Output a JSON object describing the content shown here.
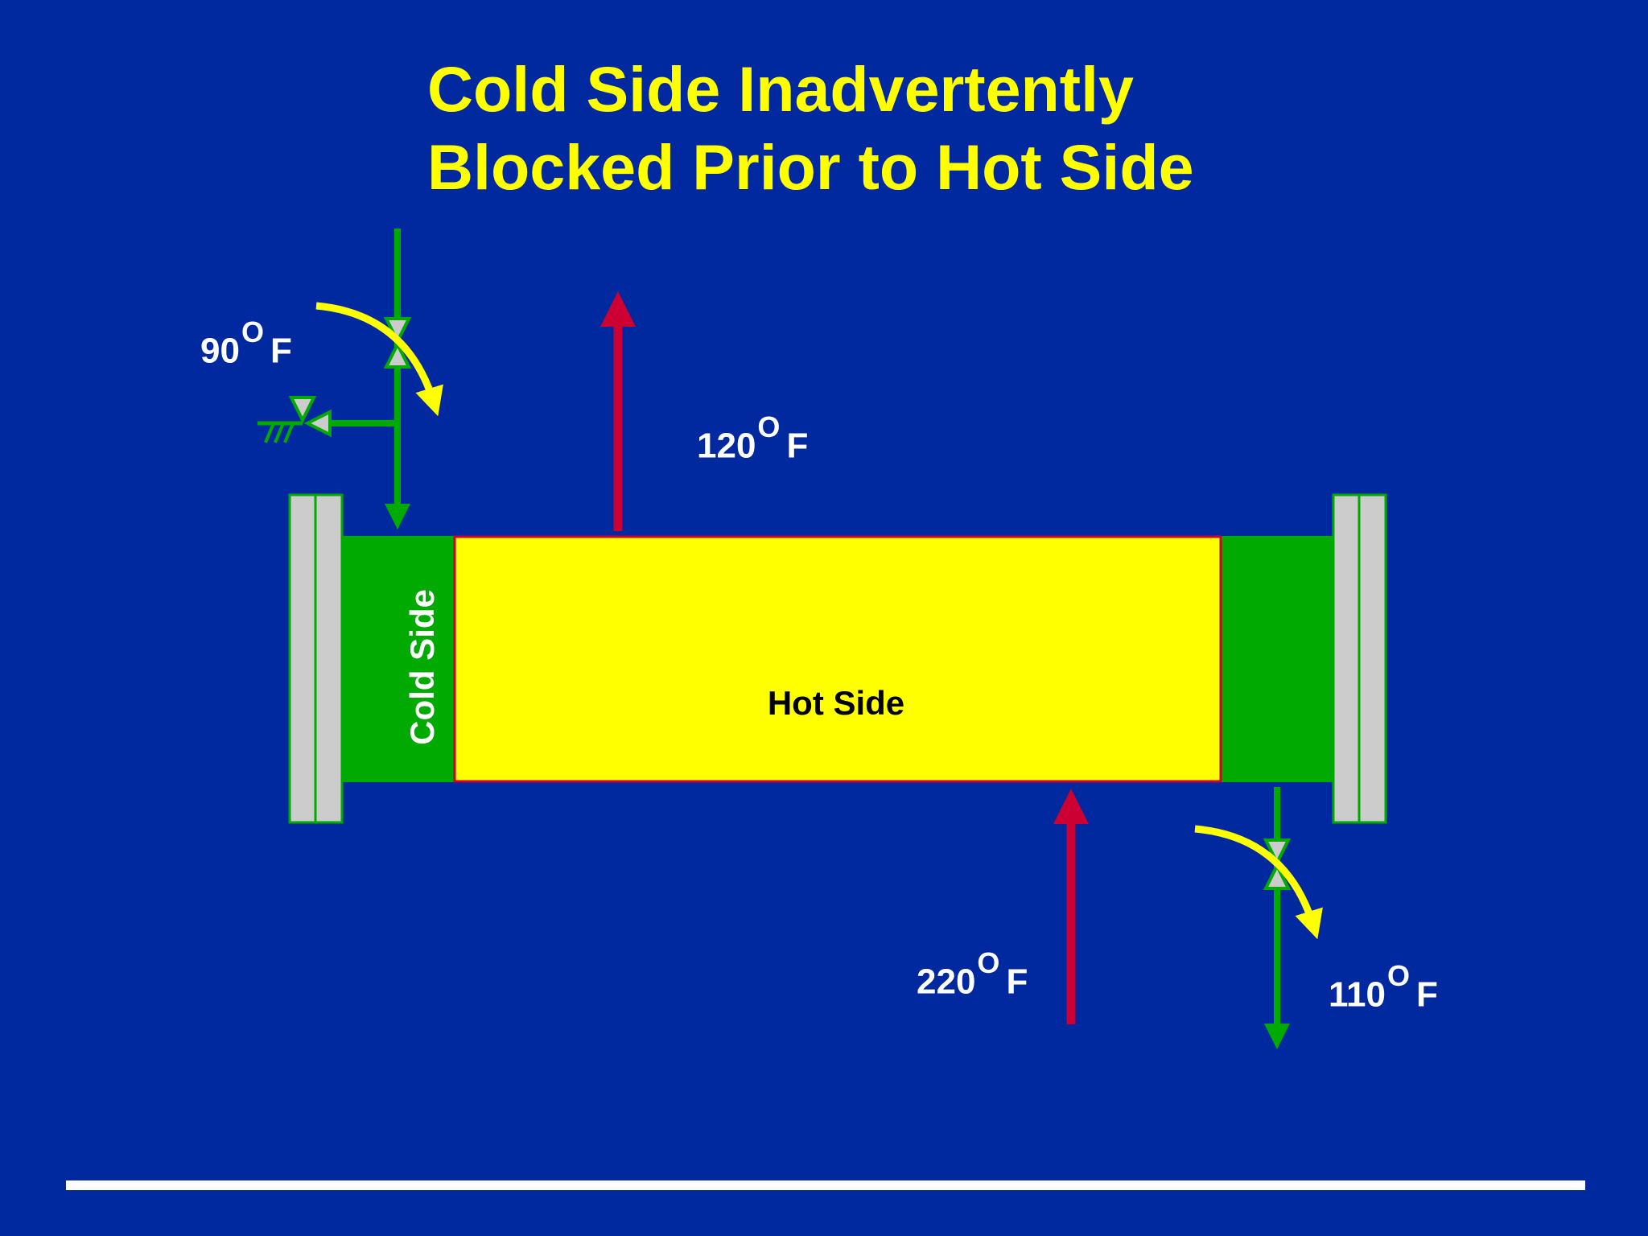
{
  "slide": {
    "title_line1": "Cold Side Inadvertently",
    "title_line2": "Blocked Prior to Hot Side"
  },
  "exchanger": {
    "hot_side_label": "Hot Side",
    "cold_side_label": "Cold Side"
  },
  "temperatures": {
    "cold_inlet": {
      "value": "90",
      "degree": "O",
      "unit": "F"
    },
    "hot_outlet": {
      "value": "120",
      "degree": "O",
      "unit": "F"
    },
    "hot_inlet": {
      "value": "220",
      "degree": "O",
      "unit": "F"
    },
    "cold_outlet": {
      "value": "110",
      "degree": "O",
      "unit": "F"
    }
  },
  "colors": {
    "background": "#0029a0",
    "title": "#ffff00",
    "cold_side": "#00aa00",
    "hot_side": "#ffff00",
    "hot_stream": "#cc0033",
    "tube_sheet": "#cccccc",
    "closing_arrow": "#ffff00"
  },
  "icons": {
    "cold_inlet_valve": "valve-icon",
    "cold_outlet_valve": "valve-icon",
    "relief_valve": "relief-valve-icon",
    "closing_arrow": "curved-arrow-icon"
  }
}
